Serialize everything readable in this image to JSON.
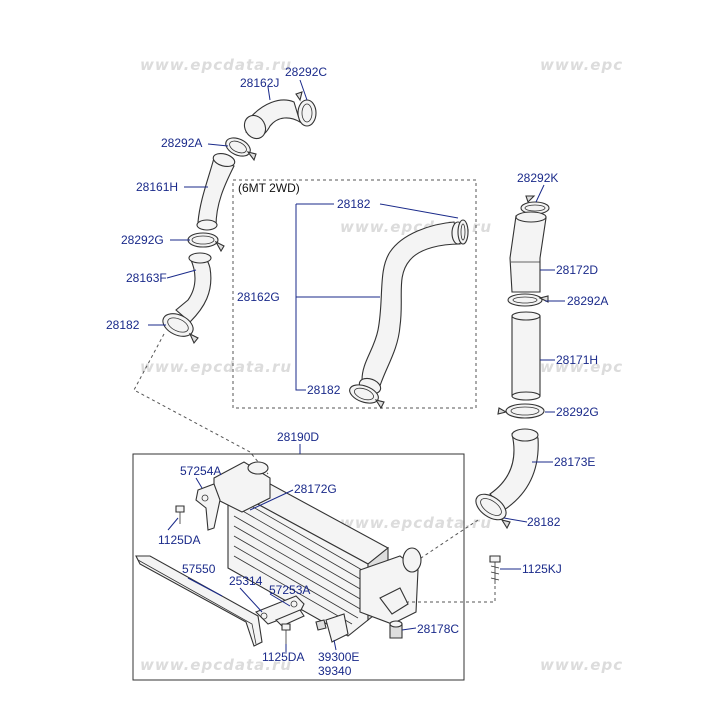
{
  "watermarks": [
    "www.epcdata.ru",
    "www.epc",
    "www.epcdata.ru",
    "www.epcdata.ru",
    "www.epc",
    "www.epcdata.ru",
    "www.epcdata.ru",
    "www.epc"
  ],
  "box_caption": "(6MT 2WD)",
  "labels": {
    "p28292C": "28292C",
    "p28162J": "28162J",
    "p28292A_left": "28292A",
    "p28161H": "28161H",
    "p28292G_left": "28292G",
    "p28163F": "28163F",
    "p28182_left": "28182",
    "p28182_box_top": "28182",
    "p28162G": "28162G",
    "p28182_box_bottom": "28182",
    "p28292K": "28292K",
    "p28172D": "28172D",
    "p28292A_right": "28292A",
    "p28171H": "28171H",
    "p28292G_right": "28292G",
    "p28173E": "28173E",
    "p28182_right": "28182",
    "p28190D": "28190D",
    "p57254A": "57254A",
    "p28172G": "28172G",
    "p1125DA_top": "1125DA",
    "p1125KJ": "1125KJ",
    "p57550": "57550",
    "p25314": "25314",
    "p57253A": "57253A",
    "p28178C": "28178C",
    "p1125DA_bottom": "1125DA",
    "p39300E": "39300E",
    "p39340": "39340"
  }
}
